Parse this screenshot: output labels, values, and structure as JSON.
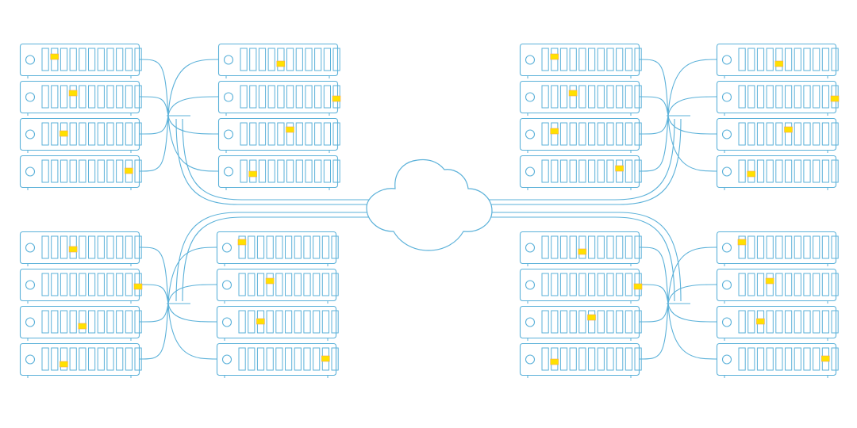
{
  "colors": {
    "background": "#ffffff",
    "line": "#5bb1d9",
    "led_fill": "#ffe100",
    "led_stroke": "#f2a65a"
  },
  "icons": {
    "rack_unit": "server-unit-icon",
    "cloud": "cloud-icon",
    "activity_led": "activity-led-icon"
  },
  "layout_notes": {
    "clusters": 4,
    "columns_per_cluster": 2,
    "units_per_column": 4,
    "drive_bays_per_unit": 11
  },
  "clusters": [
    {
      "name": "top-left",
      "columns": [
        {
          "led_bays": [
            1,
            3,
            2,
            9
          ]
        },
        {
          "led_bays": [
            4,
            10,
            5,
            1
          ]
        }
      ]
    },
    {
      "name": "top-right",
      "columns": [
        {
          "led_bays": [
            1,
            3,
            1,
            8
          ]
        },
        {
          "led_bays": [
            4,
            10,
            5,
            1
          ]
        }
      ]
    },
    {
      "name": "bottom-left",
      "columns": [
        {
          "led_bays": [
            3,
            10,
            4,
            2
          ]
        },
        {
          "led_bays": [
            0,
            3,
            2,
            9
          ]
        }
      ]
    },
    {
      "name": "bottom-right",
      "columns": [
        {
          "led_bays": [
            4,
            10,
            5,
            1
          ]
        },
        {
          "led_bays": [
            0,
            3,
            2,
            9
          ]
        }
      ]
    }
  ]
}
